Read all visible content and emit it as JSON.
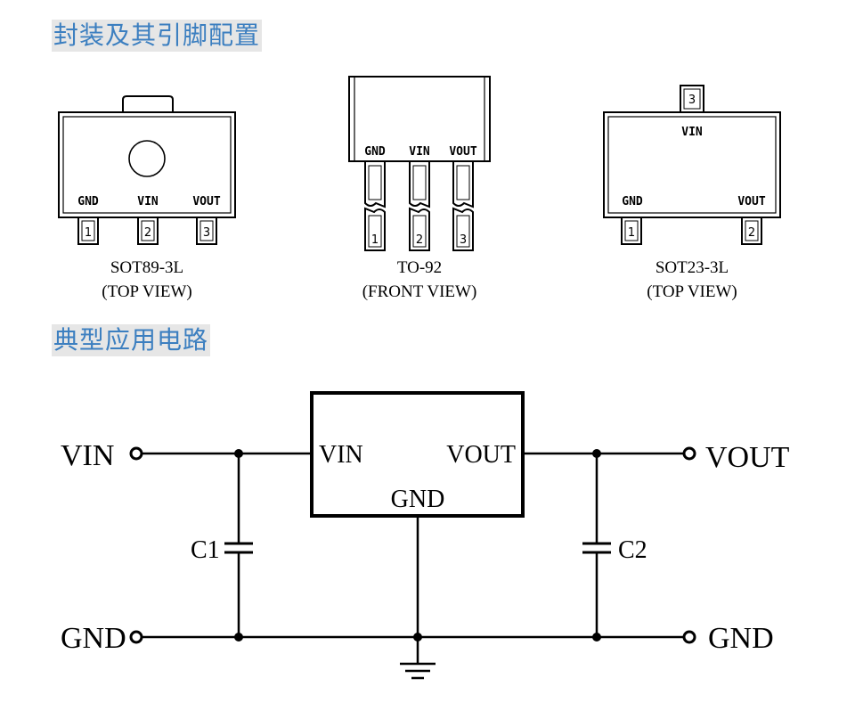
{
  "sections": {
    "package_title": "封装及其引脚配置",
    "circuit_title": "典型应用电路"
  },
  "packages": {
    "sot89": {
      "pins": [
        "GND",
        "VIN",
        "VOUT"
      ],
      "numbers": [
        "1",
        "2",
        "3"
      ],
      "name": "SOT89-3L",
      "view": "(TOP VIEW)"
    },
    "to92": {
      "pins": [
        "GND",
        "VIN",
        "VOUT"
      ],
      "numbers": [
        "1",
        "2",
        "3"
      ],
      "name": "TO-92",
      "view": "(FRONT VIEW)"
    },
    "sot23": {
      "top_pin_number": "3",
      "top_pin_label": "VIN",
      "pins": [
        "GND",
        "VOUT"
      ],
      "numbers": [
        "1",
        "2"
      ],
      "name": "SOT23-3L",
      "view": "(TOP VIEW)"
    }
  },
  "circuit": {
    "left_in": "VIN",
    "left_gnd": "GND",
    "right_out": "VOUT",
    "right_gnd": "GND",
    "ic_vin": "VIN",
    "ic_vout": "VOUT",
    "ic_gnd": "GND",
    "c1": "C1",
    "c2": "C2"
  }
}
